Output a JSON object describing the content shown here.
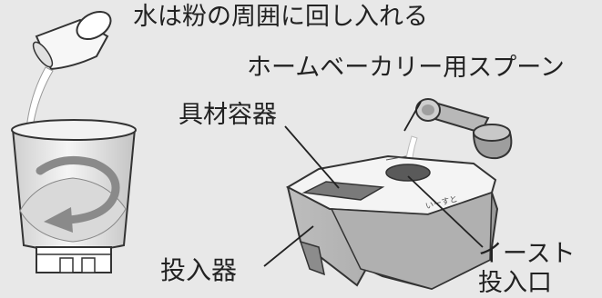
{
  "labels": {
    "water": "水は粉の周囲に回し入れる",
    "spoon": "ホームベーカリー用スプーン",
    "container": "具材容器",
    "dispenser": "投入器",
    "yeast_line1": "イースト",
    "yeast_line2": "投入口"
  },
  "colors": {
    "background": "#e8e8e8",
    "outline": "#333333",
    "fill_light": "#f7f7f7",
    "fill_mid": "#d4d4d4",
    "fill_dark": "#9a9a9a",
    "arrow": "#8a8a8a"
  }
}
